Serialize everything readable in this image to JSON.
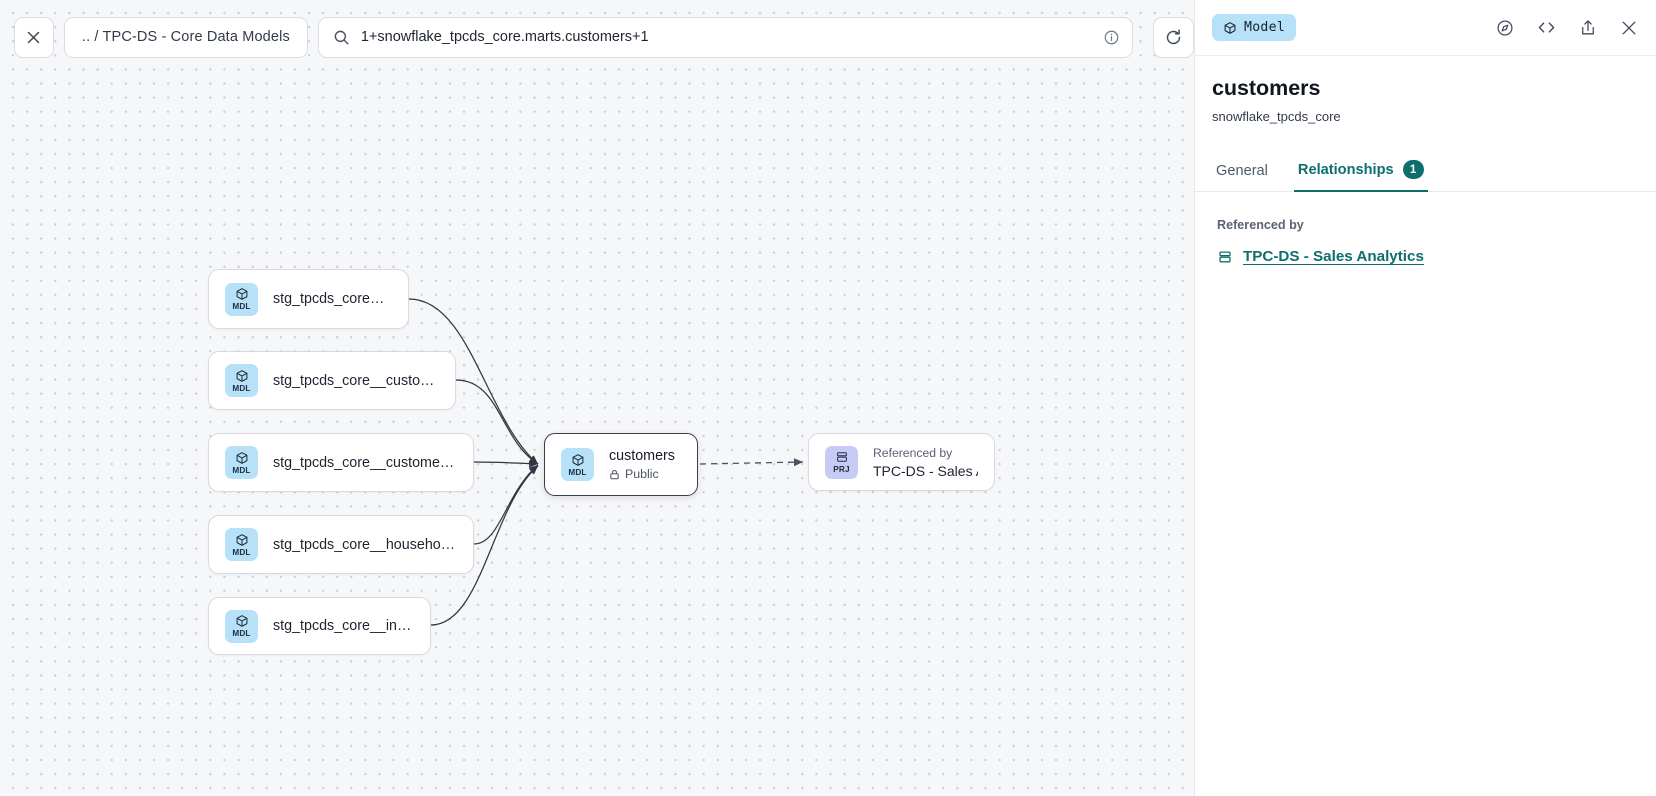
{
  "toolbar": {
    "close_icon": "close-icon",
    "breadcrumb": ".. / TPC-DS - Core Data Models",
    "search_icon": "search-icon",
    "search_value": "1+snowflake_tpcds_core.marts.customers+1",
    "info_icon": "info-icon",
    "refresh_icon": "refresh-icon"
  },
  "graph": {
    "upstream_nodes": [
      {
        "badge": "MDL",
        "label": "stg_tpcds_core__customer"
      },
      {
        "badge": "MDL",
        "label": "stg_tpcds_core__customer_address"
      },
      {
        "badge": "MDL",
        "label": "stg_tpcds_core__customer_demogra…"
      },
      {
        "badge": "MDL",
        "label": "stg_tpcds_core__household_demogr…"
      },
      {
        "badge": "MDL",
        "label": "stg_tpcds_core__income_band"
      }
    ],
    "center_node": {
      "badge": "MDL",
      "title": "customers",
      "access_icon": "lock-icon",
      "access": "Public"
    },
    "downstream_node": {
      "badge": "PRJ",
      "kicker": "Referenced by",
      "name": "TPC-DS - Sales Analytics"
    }
  },
  "panel": {
    "type_chip": {
      "icon": "cube-icon",
      "label": "Model"
    },
    "actions": [
      {
        "icon": "compass-icon"
      },
      {
        "icon": "code-icon"
      },
      {
        "icon": "share-icon"
      },
      {
        "icon": "close-icon"
      }
    ],
    "title": "customers",
    "subtitle": "snowflake_tpcds_core",
    "tabs": [
      {
        "label": "General",
        "active": false,
        "badge": ""
      },
      {
        "label": "Relationships",
        "active": true,
        "badge": "1"
      }
    ],
    "section_label": "Referenced by",
    "reference": {
      "icon": "project-icon",
      "label": "TPC-DS - Sales Analytics"
    }
  },
  "colors": {
    "canvas_bg": "#f6f7f9",
    "mdl_badge": "#b6e1f8",
    "prj_badge": "#c5cbf4",
    "accent_teal": "#0e6e6e",
    "node_border": "#d7dae1",
    "selected_border": "#363d4b"
  }
}
